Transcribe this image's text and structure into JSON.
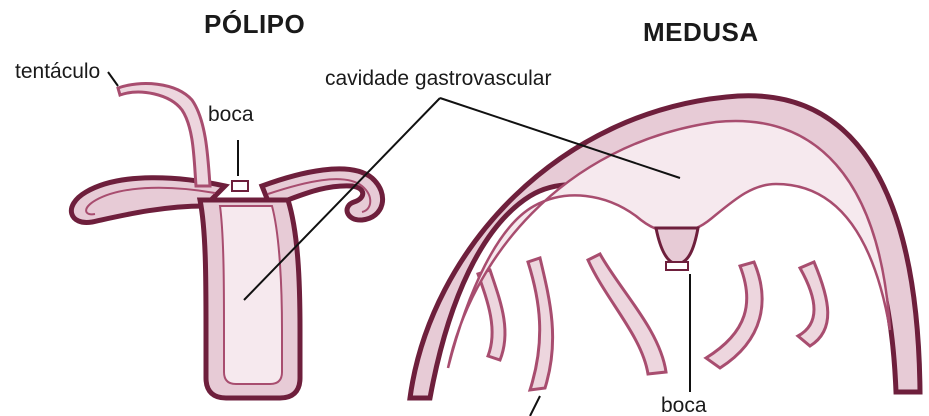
{
  "colors": {
    "outline_dark": "#6e1f3c",
    "outline_mid": "#a84d6f",
    "tissue_fill": "#e7cbd6",
    "cavity_fill": "#f6e9ee",
    "tentacle_fill": "#edd6de",
    "text": "#1a1a1a"
  },
  "polyp": {
    "title": "PÓLIPO",
    "labels": {
      "tentacle": "tentáculo",
      "mouth": "boca"
    }
  },
  "medusa": {
    "title": "MEDUSA",
    "labels": {
      "mouth": "boca"
    }
  },
  "shared_labels": {
    "gastrovascular_cavity": "cavidade gastrovascular"
  }
}
